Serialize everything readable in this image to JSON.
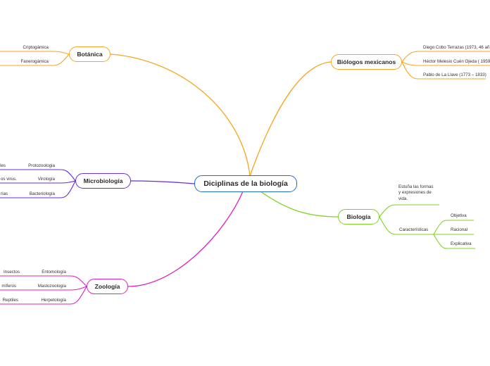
{
  "center": {
    "label": "Diciplinas de la biología",
    "color": "#1f6fd0"
  },
  "branches": {
    "botanica": {
      "label": "Botánica",
      "color": "#f5a623",
      "children": [
        "Criptogámica",
        "Fanerogámica"
      ]
    },
    "microbiologia": {
      "label": "Microbiología",
      "color": "#6a2bd8",
      "children": [
        "Protozoologia",
        "Virología",
        "Bacteriología"
      ],
      "grandchildren": [
        "les",
        "os virus.",
        "rias"
      ]
    },
    "zoologia": {
      "label": "Zoología",
      "color": "#e020c0",
      "children": [
        "Entomología",
        "Mastozoología",
        "Herpetología"
      ],
      "grandchildren": [
        "Insectos",
        "míferos",
        "Reptiles"
      ]
    },
    "biologos": {
      "label": "Biólogos mexicanos",
      "color": "#f5a623",
      "children": [
        "Diego Cobo Terrazas (1973, 46 añ",
        "Héctor Melesio Cuén Ojeda ( 1959",
        "Pablo de La Llave (1773 – 1833)"
      ]
    },
    "biologia": {
      "label": "Biología",
      "color": "#7ed321",
      "children": [
        "Estuña las formas y expresiones de vida.",
        "Características"
      ],
      "grandchildren": [
        "Objetiva",
        "Racional",
        "Explicativa"
      ]
    }
  }
}
